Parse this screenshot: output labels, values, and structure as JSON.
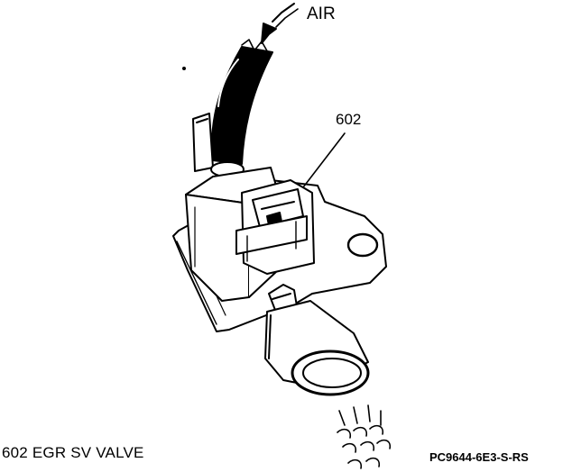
{
  "labels": {
    "air": "AIR",
    "part_number": "602",
    "caption": "602 EGR SV VALVE",
    "reference_code": "PC9644-6E3-S-RS"
  },
  "colors": {
    "ink": "#000000",
    "paper": "#ffffff"
  }
}
